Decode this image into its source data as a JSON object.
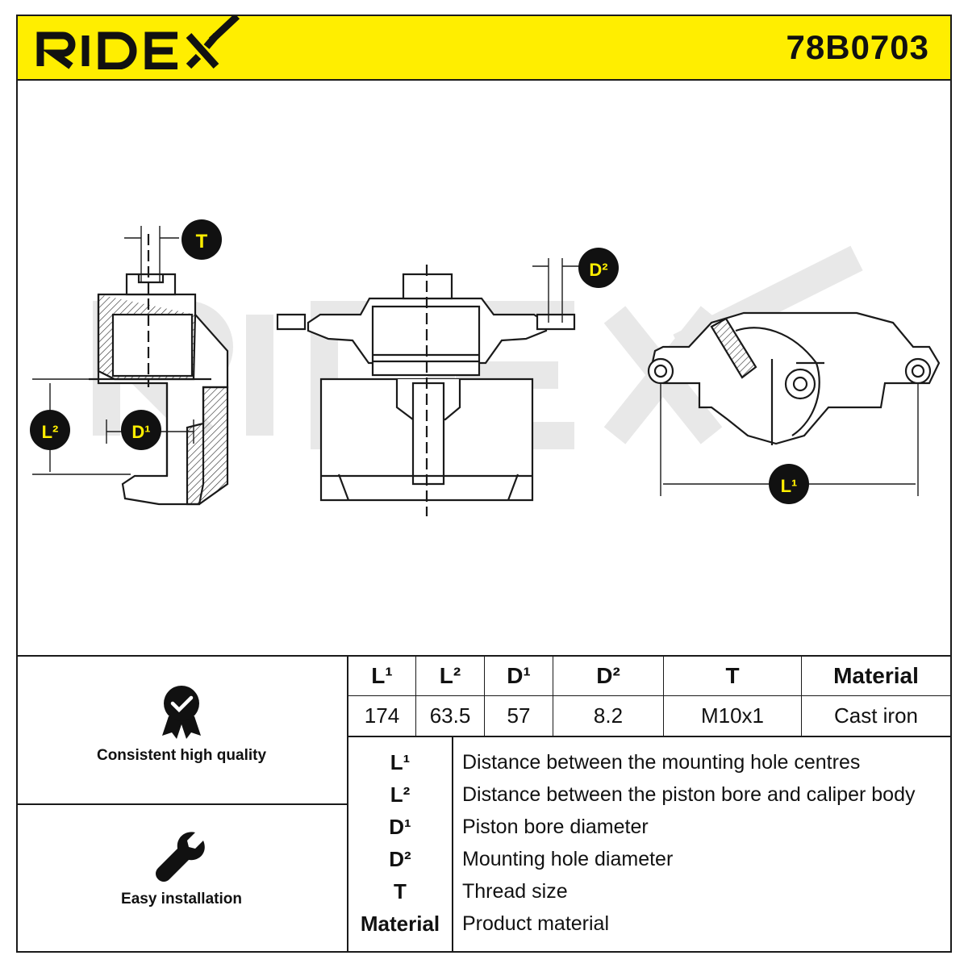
{
  "brand": {
    "name": "RIDEX",
    "color_yellow": "#ffee00"
  },
  "part_number": "78B0703",
  "drawing_labels": {
    "t": "T",
    "d2": "D²",
    "l2": "L²",
    "d1": "D¹",
    "l1": "L¹"
  },
  "features": [
    {
      "label": "Consistent high quality",
      "icon": "quality-badge-icon"
    },
    {
      "label": "Easy installation",
      "icon": "wrench-icon"
    }
  ],
  "specs": {
    "headers": [
      "L¹",
      "L²",
      "D¹",
      "D²",
      "T",
      "Material"
    ],
    "values": [
      "174",
      "63.5",
      "57",
      "8.2",
      "M10x1",
      "Cast iron"
    ]
  },
  "legend": [
    {
      "symbol": "L¹",
      "description": "Distance between the mounting hole centres"
    },
    {
      "symbol": "L²",
      "description": "Distance between the piston bore and caliper body"
    },
    {
      "symbol": "D¹",
      "description": "Piston bore diameter"
    },
    {
      "symbol": "D²",
      "description": "Mounting hole diameter"
    },
    {
      "symbol": "T",
      "description": "Thread size"
    },
    {
      "symbol": "Material",
      "description": "Product material"
    }
  ]
}
